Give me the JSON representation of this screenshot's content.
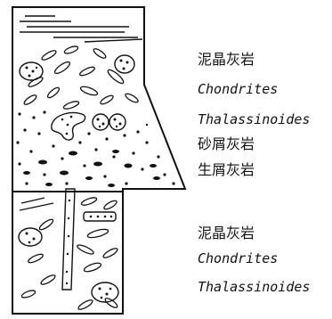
{
  "labels_upper": [
    {
      "text": "泥晶灰岩",
      "italic": false
    },
    {
      "text": "Chondrites",
      "italic": true
    },
    {
      "text": "Thalassinoides",
      "italic": true
    },
    {
      "text": "砂屑灰岩",
      "italic": false
    },
    {
      "text": "生屑灰岩",
      "italic": false
    }
  ],
  "labels_lower": [
    {
      "text": "泥晶灰岩",
      "italic": false
    },
    {
      "text": "Chondrites",
      "italic": true
    },
    {
      "text": "Thalassinoides",
      "italic": true
    }
  ],
  "colors": {
    "ink": "#111111",
    "background": "#ffffff"
  }
}
